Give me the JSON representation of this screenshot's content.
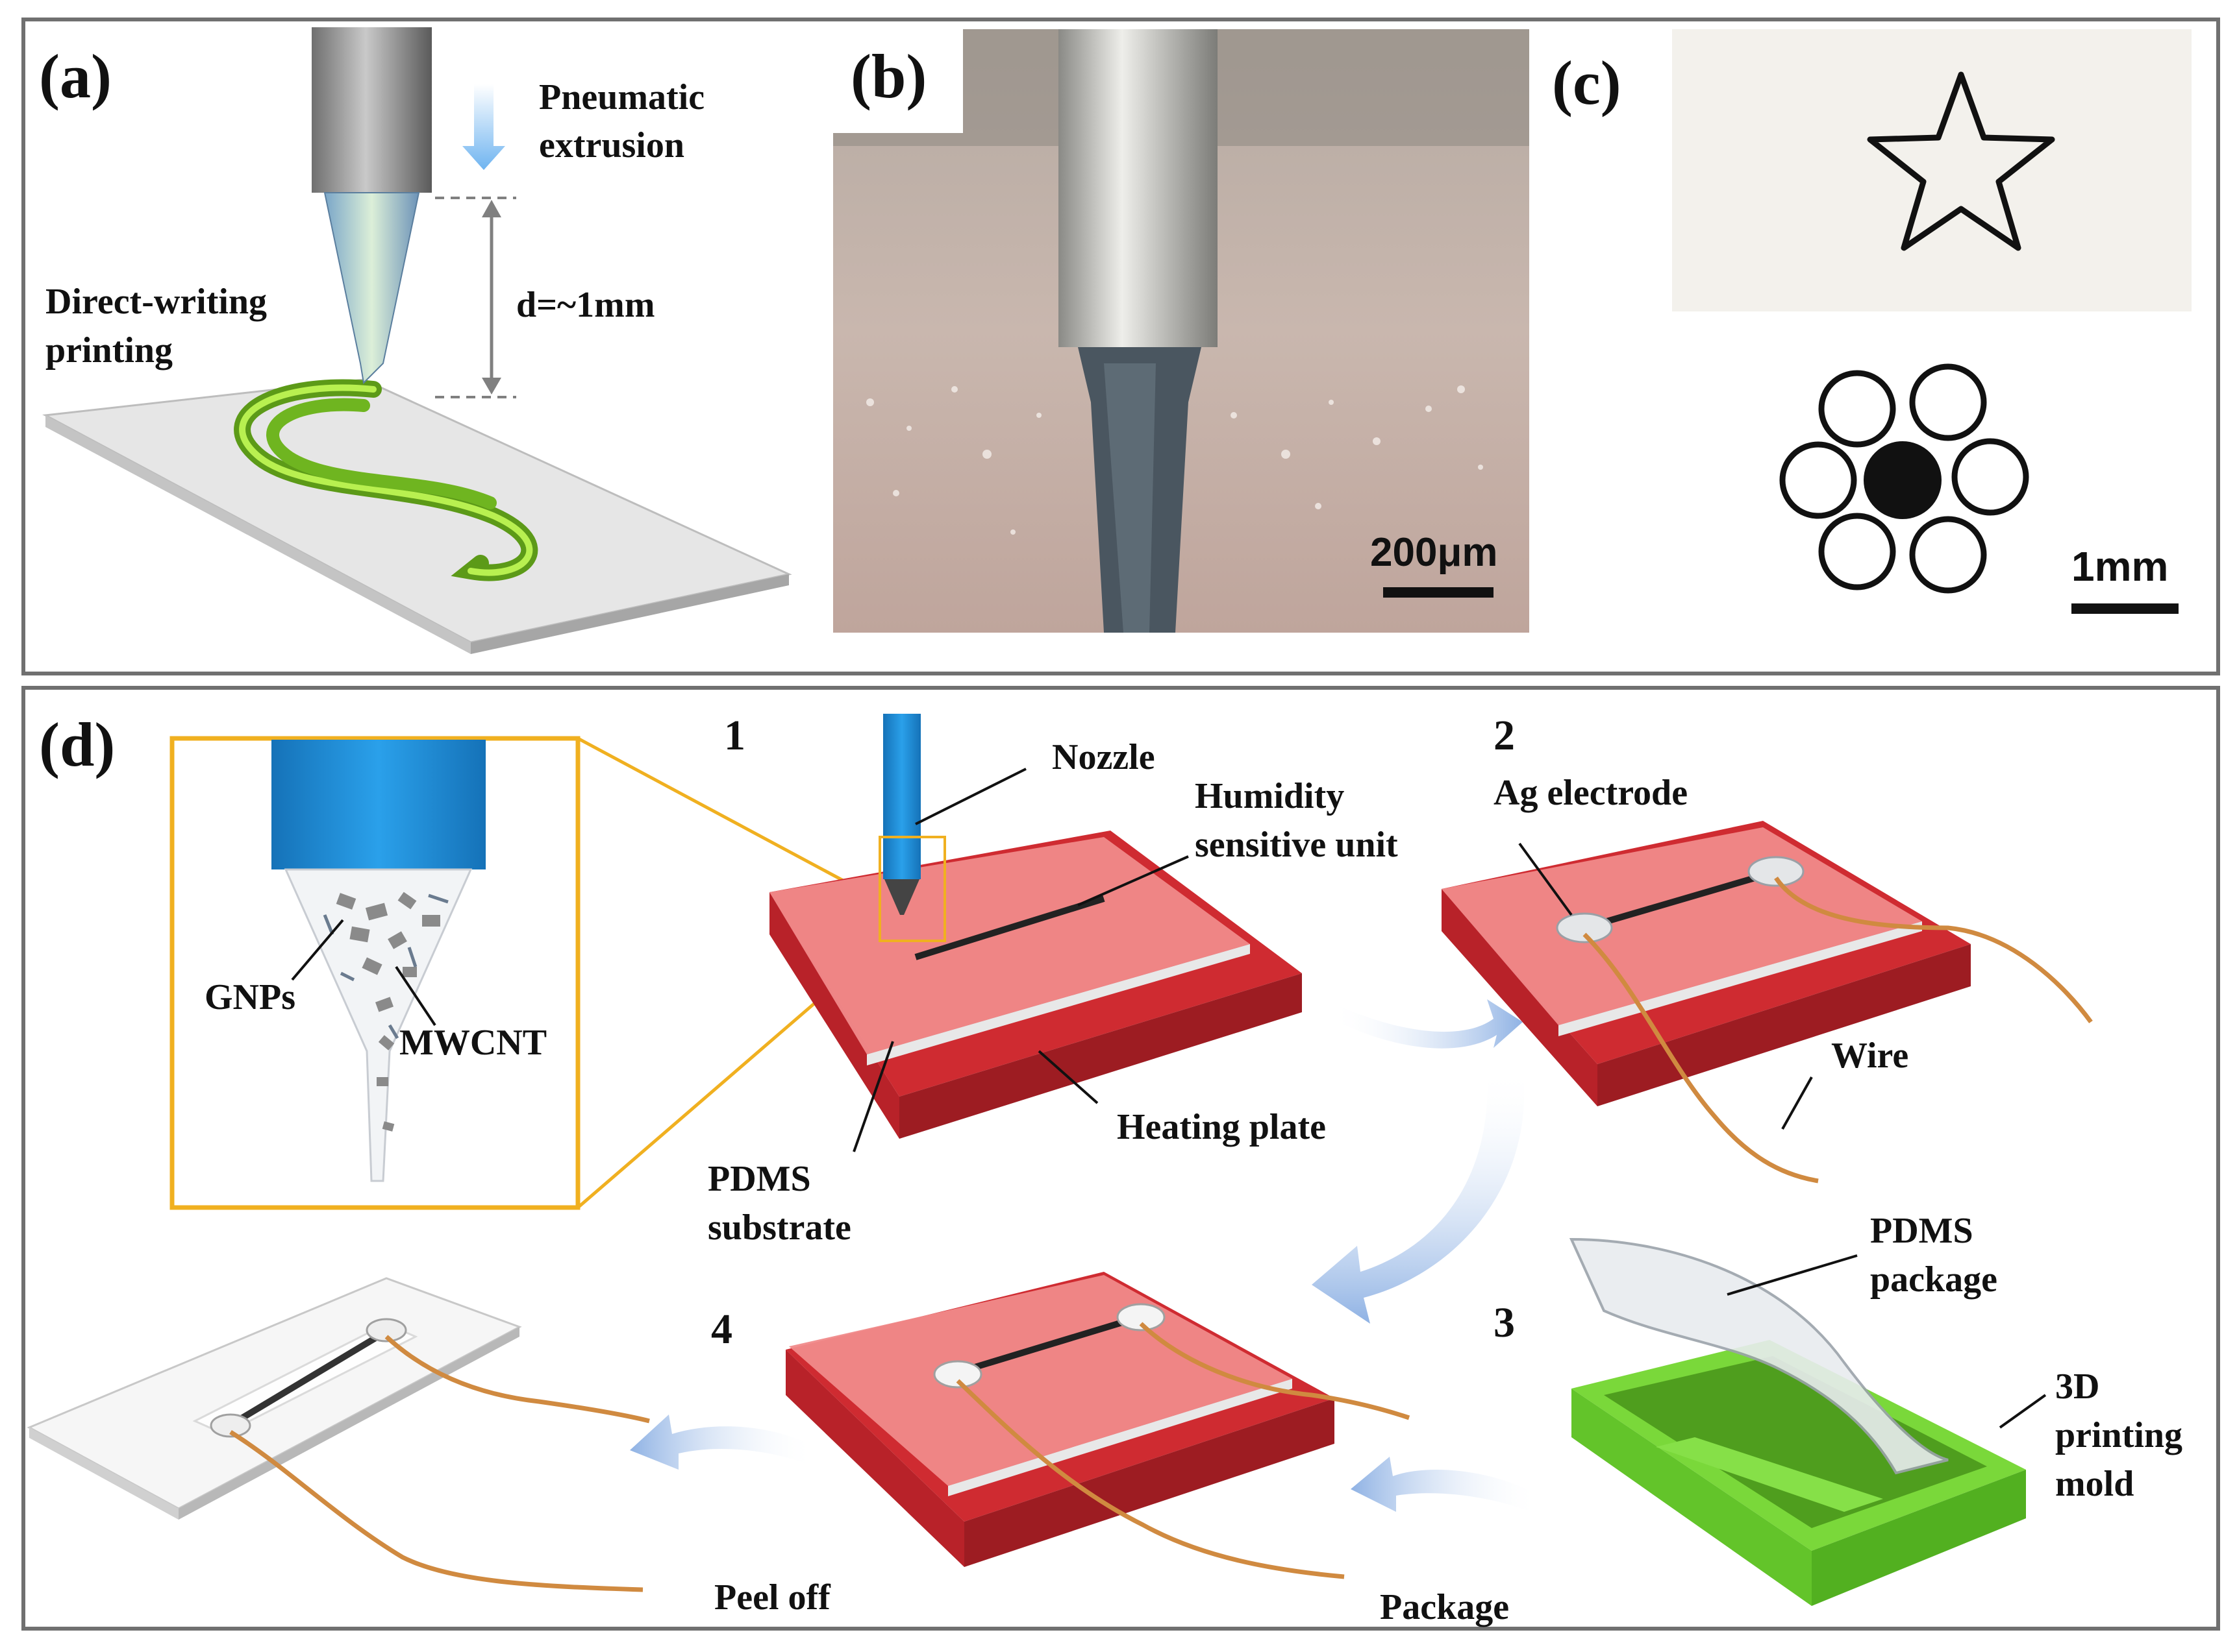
{
  "panels": {
    "a": {
      "label": "(a)",
      "pneumatic": "Pneumatic",
      "extrusion": "extrusion",
      "direct_writing": "Direct-writing",
      "printing": "printing",
      "distance": "d=~1mm"
    },
    "b": {
      "label": "(b)",
      "scale": "200μm"
    },
    "c": {
      "label": "(c)",
      "scale": "1mm"
    },
    "d": {
      "label": "(d)",
      "zoom": {
        "gnps": "GNPs",
        "mwcnt": "MWCNT"
      },
      "step1": {
        "number": "1",
        "nozzle": "Nozzle",
        "humidity_1": "Humidity",
        "humidity_2": "sensitive unit",
        "heating_plate": "Heating plate",
        "pdms_1": "PDMS",
        "pdms_2": "substrate"
      },
      "step2": {
        "number": "2",
        "ag_electrode": "Ag electrode",
        "wire": "Wire"
      },
      "step3": {
        "number": "3",
        "package_1": "PDMS",
        "package_2": "package",
        "mold_1": "3D",
        "mold_2": "printing",
        "mold_3": "mold"
      },
      "step4": {
        "number": "4"
      },
      "package": "Package",
      "peel_off": "Peel off"
    }
  },
  "colors": {
    "frame": "#707070",
    "heating_plate": "#c8282e",
    "pdms": "#f08a8a",
    "nozzle_blue": "#1e90d8",
    "mold_green": "#7ad83a",
    "wire": "#d08a40",
    "zoom_box": "#f0b020",
    "arrow": "#a8c4e8"
  }
}
